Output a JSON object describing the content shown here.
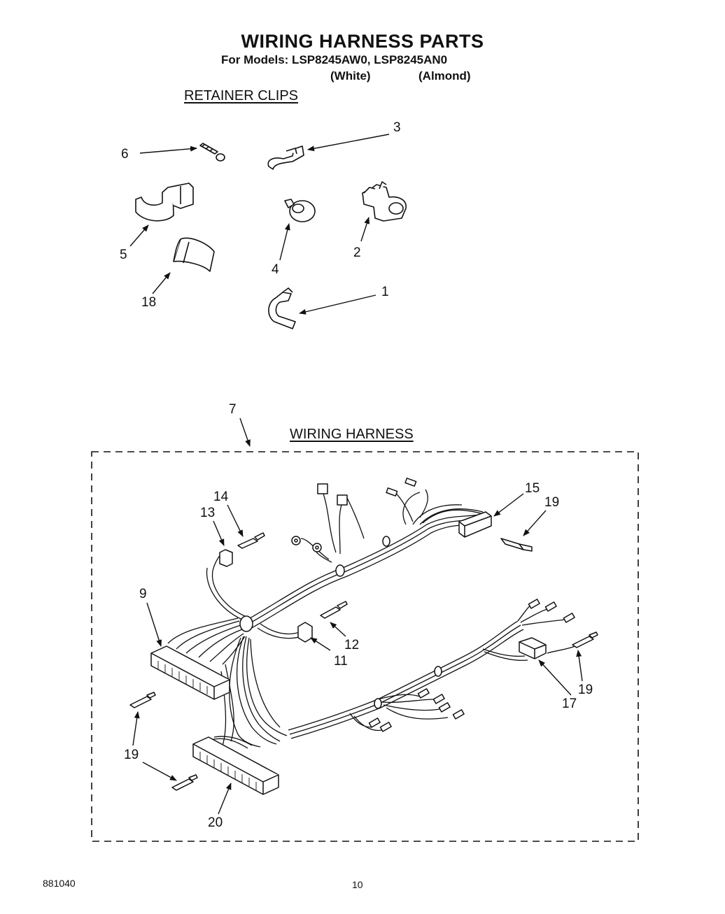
{
  "header": {
    "title": "WIRING HARNESS PARTS",
    "subtitle": "For Models: LSP8245AW0, LSP8245AN0",
    "variant_white": "(White)",
    "variant_almond": "(Almond)"
  },
  "sections": {
    "retainer_clips": "RETAINER CLIPS",
    "wiring_harness": "WIRING HARNESS"
  },
  "callouts": {
    "c1": "1",
    "c2": "2",
    "c3": "3",
    "c4": "4",
    "c5": "5",
    "c6": "6",
    "c18": "18",
    "c7": "7",
    "c9": "9",
    "c11": "11",
    "c12": "12",
    "c13": "13",
    "c14": "14",
    "c15": "15",
    "c17": "17",
    "c19a": "19",
    "c19b": "19",
    "c19c": "19",
    "c20": "20"
  },
  "footer": {
    "code": "881040",
    "page": "10"
  }
}
